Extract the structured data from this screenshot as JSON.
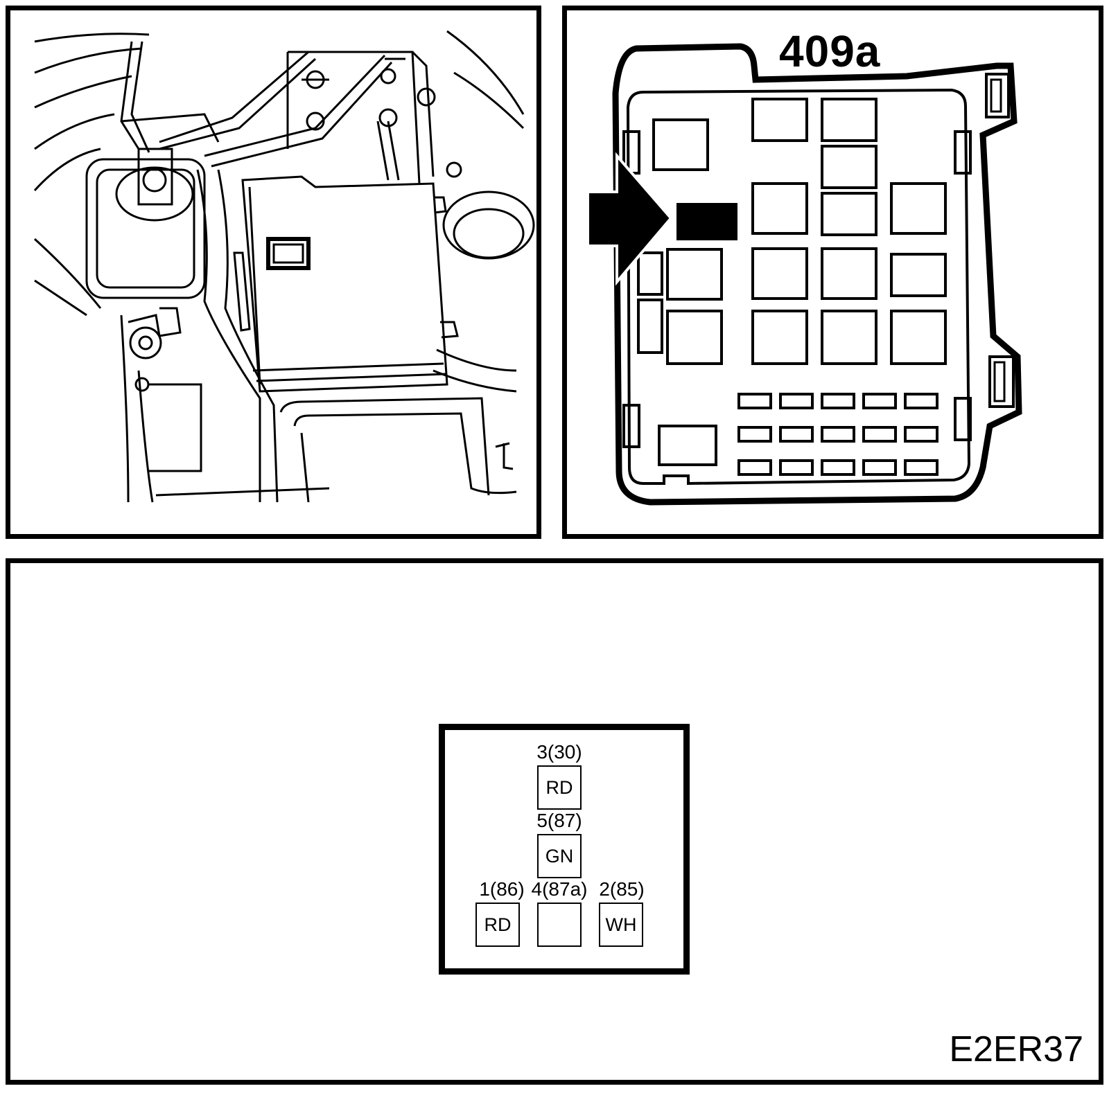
{
  "fuse_box": {
    "label": "409a"
  },
  "relay": {
    "pins": [
      {
        "terminal": "3(30)",
        "color": "RD"
      },
      {
        "terminal": "5(87)",
        "color": "GN"
      },
      {
        "terminal": "1(86)",
        "color": "RD"
      },
      {
        "terminal": "4(87a)",
        "color": ""
      },
      {
        "terminal": "2(85)",
        "color": "WH"
      }
    ]
  },
  "figure_code": "E2ER37"
}
